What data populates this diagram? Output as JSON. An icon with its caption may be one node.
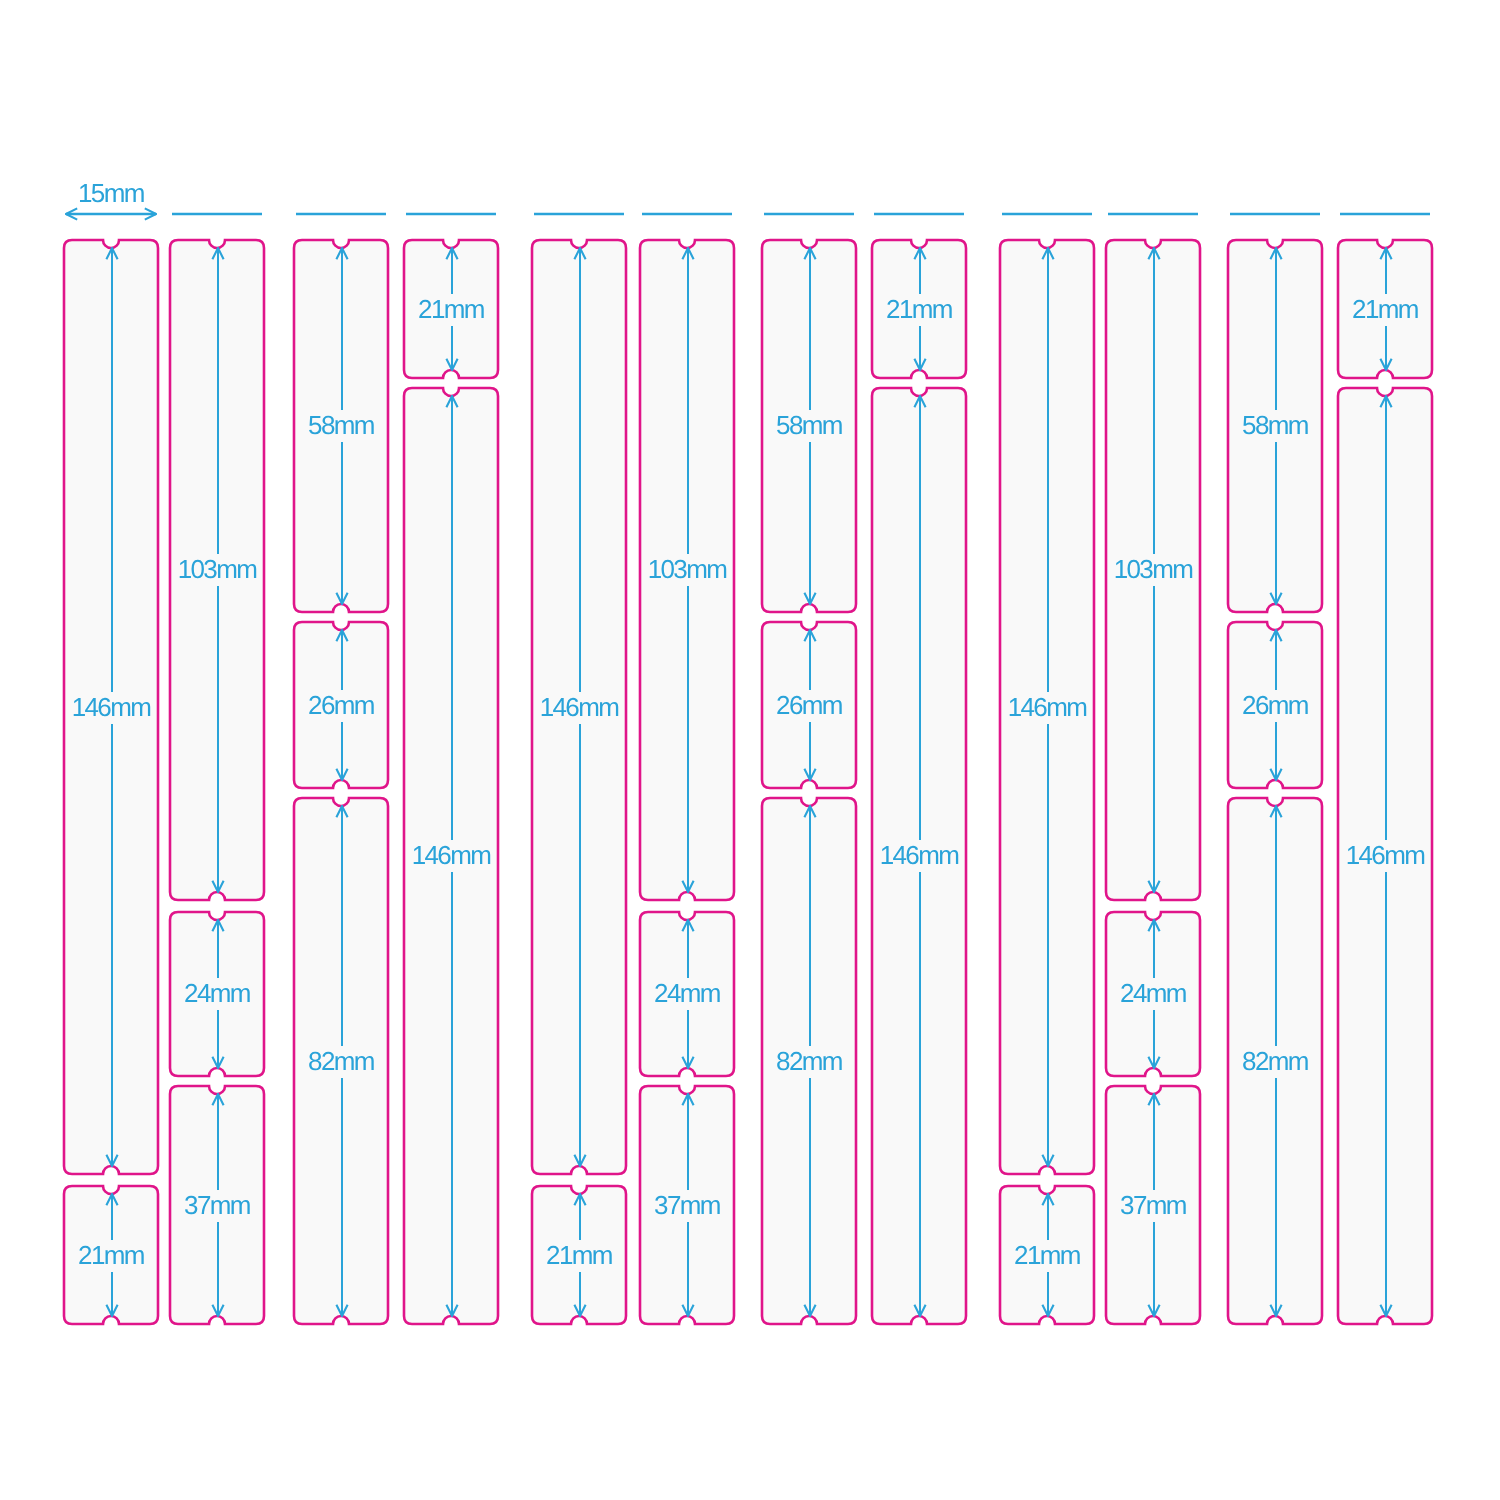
{
  "diagram": {
    "nodes": [
      {
        "text": [
          "146mm"
        ]
      },
      {
        "text": [
          "21mm"
        ]
      },
      {
        "text": [
          "103mm"
        ]
      },
      {
        "text": [
          "24mm"
        ]
      },
      {
        "text": [
          "37mm"
        ]
      },
      {
        "text": [
          "58mm"
        ]
      },
      {
        "text": [
          "26mm"
        ]
      },
      {
        "text": [
          "82mm"
        ]
      },
      {
        "text": [
          "21mm"
        ]
      },
      {
        "text": [
          "146mm"
        ]
      },
      {
        "text": [
          "146mm"
        ]
      },
      {
        "text": [
          "21mm"
        ]
      },
      {
        "text": [
          "103mm"
        ]
      },
      {
        "text": [
          "24mm"
        ]
      },
      {
        "text": [
          "37mm"
        ]
      },
      {
        "text": [
          "58mm"
        ]
      },
      {
        "text": [
          "26mm"
        ]
      },
      {
        "text": [
          "82mm"
        ]
      },
      {
        "text": [
          "21mm"
        ]
      },
      {
        "text": [
          "146mm"
        ]
      },
      {
        "text": [
          "146mm"
        ]
      },
      {
        "text": [
          "21mm"
        ]
      },
      {
        "text": [
          "103mm"
        ]
      },
      {
        "text": [
          "24mm"
        ]
      },
      {
        "text": [
          "37mm"
        ]
      },
      {
        "text": [
          "58mm"
        ]
      },
      {
        "text": [
          "26mm"
        ]
      },
      {
        "text": [
          "82mm"
        ]
      },
      {
        "text": [
          "21mm"
        ]
      },
      {
        "text": [
          "146mm"
        ]
      }
    ],
    "labels": [
      "15mm"
    ]
  }
}
